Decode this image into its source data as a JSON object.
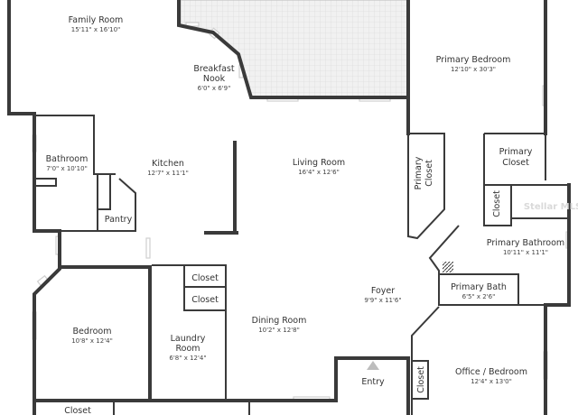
{
  "rooms": {
    "family_room": {
      "name": "Family Room",
      "dims": "15'11\" x 16'10\""
    },
    "breakfast_nook": {
      "name_line1": "Breakfast",
      "name_line2": "Nook",
      "dims": "6'0\" x 6'9\""
    },
    "primary_bedroom": {
      "name": "Primary Bedroom",
      "dims": "12'10\" x 30'3\""
    },
    "bathroom": {
      "name": "Bathroom",
      "dims": "7'0\" x 10'10\""
    },
    "kitchen": {
      "name": "Kitchen",
      "dims": "12'7\" x 11'1\""
    },
    "pantry": {
      "name": "Pantry"
    },
    "living_room": {
      "name": "Living Room",
      "dims": "16'4\" x 12'6\""
    },
    "primary_closet_small": {
      "name_line1": "Primary",
      "name_line2": "Closet"
    },
    "primary_closet_large": {
      "name_line1": "Primary",
      "name_line2": "Closet"
    },
    "closet_primary_bath": {
      "name": "Closet"
    },
    "primary_bathroom": {
      "name": "Primary Bathroom",
      "dims": "10'11\" x 11'1\""
    },
    "primary_bath": {
      "name": "Primary Bath",
      "dims": "6'5\" x 2'6\""
    },
    "foyer": {
      "name": "Foyer",
      "dims": "9'9\" x 11'6\""
    },
    "closet_laundry_1": {
      "name": "Closet"
    },
    "closet_laundry_2": {
      "name": "Closet"
    },
    "bedroom": {
      "name": "Bedroom",
      "dims": "10'8\" x 12'4\""
    },
    "laundry_room": {
      "name_line1": "Laundry",
      "name_line2": "Room",
      "dims": "6'8\" x 12'4\""
    },
    "dining_room": {
      "name": "Dining Room",
      "dims": "10'2\" x 12'8\""
    },
    "entry": {
      "name": "Entry"
    },
    "closet_office": {
      "name": "Closet"
    },
    "office_bedroom": {
      "name": "Office / Bedroom",
      "dims": "12'4\" x 13'0\""
    },
    "closet_bottom": {
      "name": "Closet"
    }
  },
  "watermark": "Stellar MLS",
  "colors": {
    "wall": "#3a3a3a",
    "patio": "#e6e6e6",
    "text": "#333333"
  }
}
